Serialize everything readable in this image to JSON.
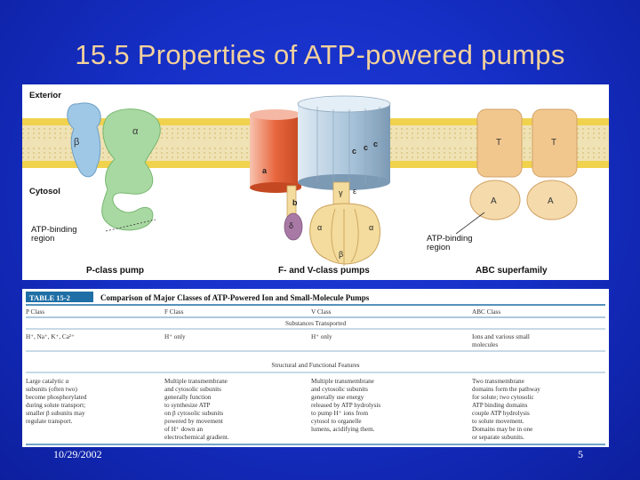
{
  "slide": {
    "title": "15.5 Properties of ATP-powered pumps",
    "date": "10/29/2002",
    "page_number": "5"
  },
  "figure": {
    "exterior_label": "Exterior",
    "cytosol_label": "Cytosol",
    "atp_binding_left": [
      "ATP-binding",
      "region"
    ],
    "atp_binding_right": [
      "ATP-binding",
      "region"
    ],
    "p_class_caption": "P-class pump",
    "fv_class_caption": "F- and V-class pumps",
    "abc_caption": "ABC superfamily",
    "subunits": {
      "alpha": "α",
      "beta": "β",
      "a": "a",
      "b": "b",
      "c": "c",
      "gamma": "γ",
      "epsilon": "ε",
      "delta": "δ",
      "T": "T",
      "A": "A"
    },
    "colors": {
      "membrane_head": "#f2d55c",
      "membrane_tail": "#e9d9a6",
      "p_beta": "#9fc8e6",
      "p_alpha": "#a9d9a2",
      "f_a": "#e86e45",
      "f_c": "#a8c4dc",
      "f_head": "#f4dc9e",
      "f_delta": "#a979a6",
      "abc": "#f2c78e"
    }
  },
  "table": {
    "label": "TABLE 15-2",
    "title": "Comparison of Major Classes of ATP-Powered Ion and Small-Molecule Pumps",
    "columns": [
      "P Class",
      "F Class",
      "V Class",
      "ABC Class"
    ],
    "section_transported": "Substances Transported",
    "transported": [
      "H⁺, Na⁺, K⁺, Ca²⁺",
      "H⁺ only",
      "H⁺ only",
      "Ions and various small molecules"
    ],
    "section_features": "Structural and Functional Features",
    "features": [
      [
        "Large catalytic α",
        "subunits (often two)",
        "become phosphorylated",
        "during solute transport;",
        "smaller β subunits may",
        "regulate transport."
      ],
      [
        "Multiple transmembrane",
        "and cytosolic subunits",
        "generally function",
        "to synthesize ATP",
        "on β cytosolic subunits",
        "powered by movement",
        "of H⁺ down an",
        "electrochemical gradient."
      ],
      [
        "Multiple transmembrane",
        "and cytosolic subunits",
        "generally use energy",
        "released by ATP hydrolysis",
        "to pump H⁺ ions from",
        "cytosol to organelle",
        "lumens, acidifying them."
      ],
      [
        "Two transmembrane",
        "domains form the pathway",
        "for solute; two cytosolic",
        "ATP binding domains",
        "couple ATP hydrolysis",
        "to solute movement.",
        "Domains may be in one",
        "or separate subunits."
      ]
    ]
  }
}
